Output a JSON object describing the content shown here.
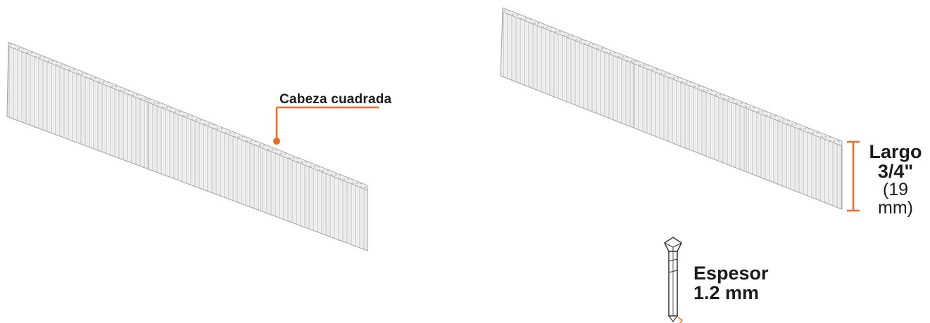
{
  "callouts": {
    "head": "Cabeza cuadrada"
  },
  "length": {
    "title": "Largo",
    "value": "3/4\"",
    "metric": "(19 mm)"
  },
  "thickness": {
    "title": "Espesor",
    "value": "1.2 mm"
  },
  "colors": {
    "accent": "#f26a21",
    "text": "#1b1b1b",
    "nail_fill": "#f2f2f2",
    "nail_line": "#a9a9a9"
  },
  "icons": [
    "nail-strip-left",
    "nail-strip-right",
    "single-nail"
  ]
}
